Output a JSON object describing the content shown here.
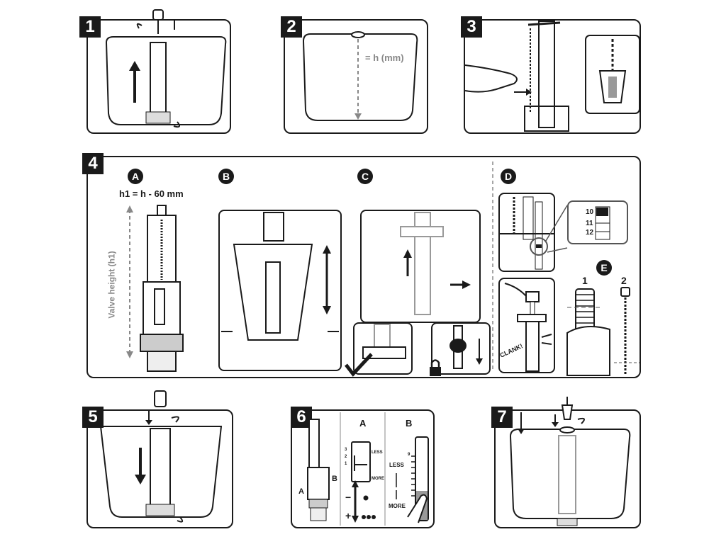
{
  "steps": {
    "s1": {
      "number": "1"
    },
    "s2": {
      "number": "2",
      "height_label": "= h (mm)"
    },
    "s3": {
      "number": "3"
    },
    "s4": {
      "number": "4",
      "a": {
        "letter": "A",
        "formula": "h1 = h - 60 mm",
        "axis_label": "Valve height (h1)"
      },
      "b": {
        "letter": "B"
      },
      "c": {
        "letter": "C"
      },
      "d": {
        "letter": "D",
        "scale": [
          "10",
          "11",
          "12"
        ],
        "sound": "CLANK!"
      },
      "e": {
        "letter": "E",
        "option1": "1",
        "option2": "2"
      }
    },
    "s5": {
      "number": "5"
    },
    "s6": {
      "number": "6",
      "valve_labels": [
        "A",
        "B"
      ],
      "a": {
        "letter": "A",
        "scale": [
          "3",
          "2",
          "1"
        ],
        "less": "LESS",
        "more": "MORE",
        "minus": "−",
        "plus": "+"
      },
      "b": {
        "letter": "B",
        "scale_top": "9",
        "less": "LESS",
        "more": "MORE"
      }
    },
    "s7": {
      "number": "7"
    }
  },
  "colors": {
    "ink": "#1a1a1a",
    "gray": "#888888"
  }
}
